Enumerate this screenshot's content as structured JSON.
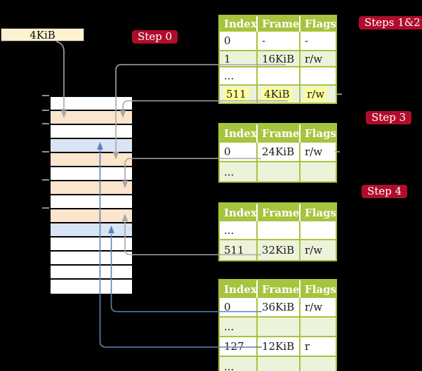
{
  "colors": {
    "background": "#000000",
    "badge-red": "#b00d2c",
    "tbl-green": "#a6c43e",
    "row-green": "#edf3da",
    "peach": "#fce5cd",
    "blue-row": "#d9e5f5",
    "cream": "#fdf2d0",
    "highlight": "#ffff99",
    "gray-line": "#a8a8a8",
    "blue-line": "#5e81b5"
  },
  "labels": {
    "frame_size_box": "4KiB"
  },
  "badges": {
    "step0": "Step 0",
    "steps12": "Steps 1&2",
    "step3": "Step 3",
    "step4": "Step 4"
  },
  "memory": {
    "description": "physical memory column of 4KiB frames, no visible text",
    "row_count": 14,
    "tick_count": 6,
    "rows": [
      "white",
      "peach",
      "white",
      "blue",
      "peach",
      "white",
      "peach",
      "white",
      "peach",
      "blue",
      "white",
      "white",
      "white",
      "white"
    ]
  },
  "page_tables": [
    {
      "step_label": "Steps 1&2",
      "headers": [
        "Index",
        "Frame",
        "Flags"
      ],
      "rows": [
        {
          "cells": [
            "0",
            "-",
            "-"
          ],
          "highlight": false
        },
        {
          "cells": [
            "1",
            "16KiB",
            "r/w"
          ],
          "highlight": false
        },
        {
          "cells": [
            "...",
            "",
            ""
          ],
          "highlight": false
        },
        {
          "cells": [
            "511",
            "4KiB",
            "r/w"
          ],
          "highlight": true
        }
      ]
    },
    {
      "step_label": "Step 3",
      "headers": [
        "Index",
        "Frame",
        "Flags"
      ],
      "rows": [
        {
          "cells": [
            "0",
            "24KiB",
            "r/w"
          ],
          "highlight": false
        },
        {
          "cells": [
            "...",
            "",
            ""
          ],
          "highlight": false
        }
      ]
    },
    {
      "step_label": "Step 4",
      "headers": [
        "Index",
        "Frame",
        "Flags"
      ],
      "rows": [
        {
          "cells": [
            "...",
            "",
            ""
          ],
          "highlight": false
        },
        {
          "cells": [
            "511",
            "32KiB",
            "r/w"
          ],
          "highlight": false
        }
      ]
    },
    {
      "step_label": "",
      "headers": [
        "Index",
        "Frame",
        "Flags"
      ],
      "rows": [
        {
          "cells": [
            "0",
            "36KiB",
            "r/w"
          ],
          "highlight": false
        },
        {
          "cells": [
            "...",
            "",
            ""
          ],
          "highlight": false
        },
        {
          "cells": [
            "127",
            "12KiB",
            "r"
          ],
          "highlight": false
        },
        {
          "cells": [
            "...",
            "",
            ""
          ],
          "highlight": false
        }
      ]
    }
  ],
  "connections": [
    {
      "from": "frame-size-box-4KiB",
      "to": "memory-frame-4KiB",
      "color": "gray"
    },
    {
      "from": "table1-entry-1-16KiB",
      "to": "memory-frame-16KiB",
      "color": "gray"
    },
    {
      "from": "table1-entry-511-4KiB",
      "to": "memory-frame-4KiB",
      "color": "gray"
    },
    {
      "from": "table2-entry-0-24KiB",
      "to": "memory-frame-24KiB",
      "color": "gray"
    },
    {
      "from": "table3-entry-511-32KiB",
      "to": "memory-frame-32KiB",
      "color": "gray"
    },
    {
      "from": "table4-entry-0-36KiB",
      "to": "memory-frame-36KiB",
      "color": "blue"
    },
    {
      "from": "table4-entry-127-12KiB",
      "to": "memory-frame-12KiB",
      "color": "blue"
    }
  ]
}
